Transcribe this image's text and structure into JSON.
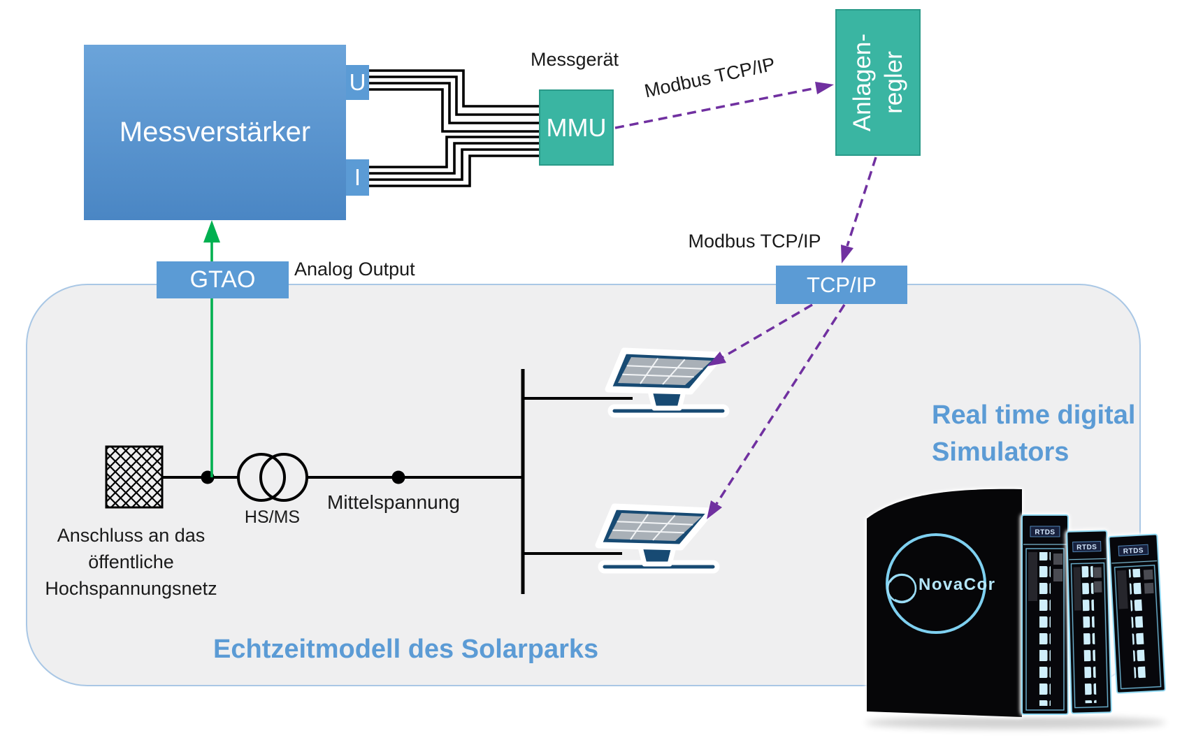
{
  "colors": {
    "box_blue": "#5b9bd5",
    "box_blue_light": "#6ba4da",
    "box_blue_dark": "#4a86c4",
    "teal": "#3ab5a2",
    "teal_border": "#2a9a89",
    "purple": "#7030a0",
    "green": "#00b050",
    "panel_navy": "#174a73",
    "caption_blue": "#5b9bd5",
    "region_fill": "#efeff0",
    "region_border": "#a9c7e5",
    "wire_black": "#000000",
    "novacor_glow": "#8fd8f2"
  },
  "nodes": {
    "amplifier": {
      "label": "Messverstärker",
      "port_u": "U",
      "port_i": "I"
    },
    "gtao": {
      "label": "GTAO"
    },
    "mmu": {
      "caption": "Messgerät",
      "label": "MMU"
    },
    "plant_controller": {
      "line1": "Anlagen-",
      "line2": "regler"
    },
    "tcpip": {
      "label": "TCP/IP"
    }
  },
  "labels": {
    "modbus_upper": "Modbus TCP/IP",
    "modbus_lower": "Modbus TCP/IP",
    "analog_output": "Analog Output",
    "transformer": "HS/MS",
    "medium_voltage": "Mittelspannung",
    "grid_connection": {
      "line1": "Anschluss an das",
      "line2": "öffentliche",
      "line3": "Hochspannungsnetz"
    },
    "model_caption": "Echtzeitmodell des Solarparks",
    "simulator_caption": {
      "line1": "Real time digital",
      "line2": "Simulators"
    }
  },
  "photo": {
    "logo_text": "NovaCor",
    "rack_label": "RTDS"
  }
}
